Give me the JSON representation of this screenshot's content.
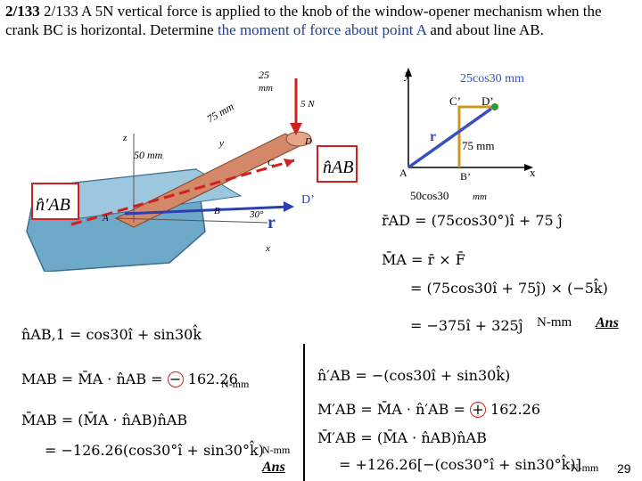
{
  "title": {
    "prefix": "2/133 A 5N vertical force is applied to the knob of the window-opener mechanism when the crank BC is horizontal. Determine ",
    "highlight": "the moment of  force about point A",
    "suffix": " and about line AB."
  },
  "figure_labels": {
    "dim_25": "25",
    "dim_mm": "mm",
    "dim_75": "75 mm",
    "dim_50": "50 mm",
    "force": "5 N",
    "point_D": "D",
    "point_C": "C",
    "point_B": "B",
    "point_A": "A",
    "angle": "30°",
    "axis_z": "z",
    "axis_y": "y",
    "axis_x": "x",
    "r_label": "r",
    "d_prime": "D’",
    "n_ab_box": "n̂AB",
    "n_ab_prime_box": "n̂′AB"
  },
  "diagram": {
    "y_label": "y",
    "x_label": "x",
    "top_dim": "25cos30 mm",
    "c_prime": "C’",
    "d_prime": "D’",
    "r": "r",
    "side_dim": "75 mm",
    "a": "A",
    "b_prime": "B’",
    "bottom_dim": "50cos30",
    "bottom_unit": "mm"
  },
  "equations": {
    "r_ad": "r̄AD = (75cos30°)î + 75 ĵ",
    "ma_def": "M̄A = r̄ × F̄",
    "ma_expand": "= (75cos30î + 75ĵ) × (−5k̂)",
    "ma_result": "= −375î + 325ĵ",
    "ma_unit": "N-mm",
    "ma_ans": "Ans",
    "n_ab1": "n̂AB,1 = cos30î + sin30k̂",
    "m_ab": "MAB = M̄A · n̂AB =",
    "m_ab_sign": "−",
    "m_ab_val": "162.26",
    "m_ab_unit": "N-mm",
    "m_ab_vec": "M̄AB = (M̄A · n̂AB)n̂AB",
    "m_ab_vec_res": "= −126.26(cos30°î + sin30°k̂)",
    "m_ab_vec_unit": "N-mm",
    "m_ab_ans": "Ans",
    "n_ab_prime": "n̂′AB = −(cos30î + sin30k̂)",
    "m_ab_prime": "M′AB = M̄A · n̂′AB =",
    "m_ab_prime_sign": "+",
    "m_ab_prime_val": "162.26",
    "m_ab_prime_vec": "M̄′AB = (M̄A · n̂AB)n̂AB",
    "m_ab_prime_res": "= +126.26[−(cos30°î + sin30°k̂)]",
    "m_ab_prime_unit": "N-mm",
    "page_number": "29"
  },
  "colors": {
    "title_highlight": "#1f3f8c",
    "force_arrow": "#d02020",
    "r_vector": "#2b3fb3",
    "diagram_frame": "#c99a1e",
    "diagram_r": "#3a4fc0",
    "point_marker": "#2f9a3a",
    "base_block": "#6fa9c9",
    "crank": "#d4886a"
  }
}
